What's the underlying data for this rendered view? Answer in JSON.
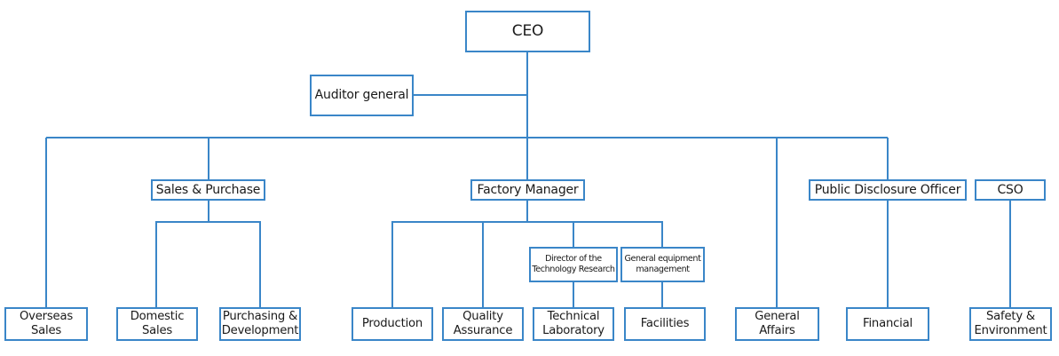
{
  "nodes": {
    "ceo": "CEO",
    "auditor_general": "Auditor general",
    "sales_purchase": "Sales & Purchase",
    "factory_manager": "Factory Manager",
    "public_disclosure_officer": "Public Disclosure Officer",
    "cso": "CSO",
    "director_tech_research": "Director of the\nTechnology Research",
    "general_equipment_mgmt": "General equipment\nmanagement",
    "overseas_sales": "Overseas\nSales",
    "domestic_sales": "Domestic\nSales",
    "purchasing_development": "Purchasing &\nDevelopment",
    "production": "Production",
    "quality_assurance": "Quality\nAssurance",
    "technical_laboratory": "Technical\nLaboratory",
    "facilities": "Facilities",
    "general_affairs": "General Affairs",
    "financial": "Financial",
    "safety_environment": "Safety &\nEnvironment"
  },
  "colors": {
    "border": "#3a86c8",
    "line": "#3a86c8",
    "text": "#1a1a1a"
  }
}
